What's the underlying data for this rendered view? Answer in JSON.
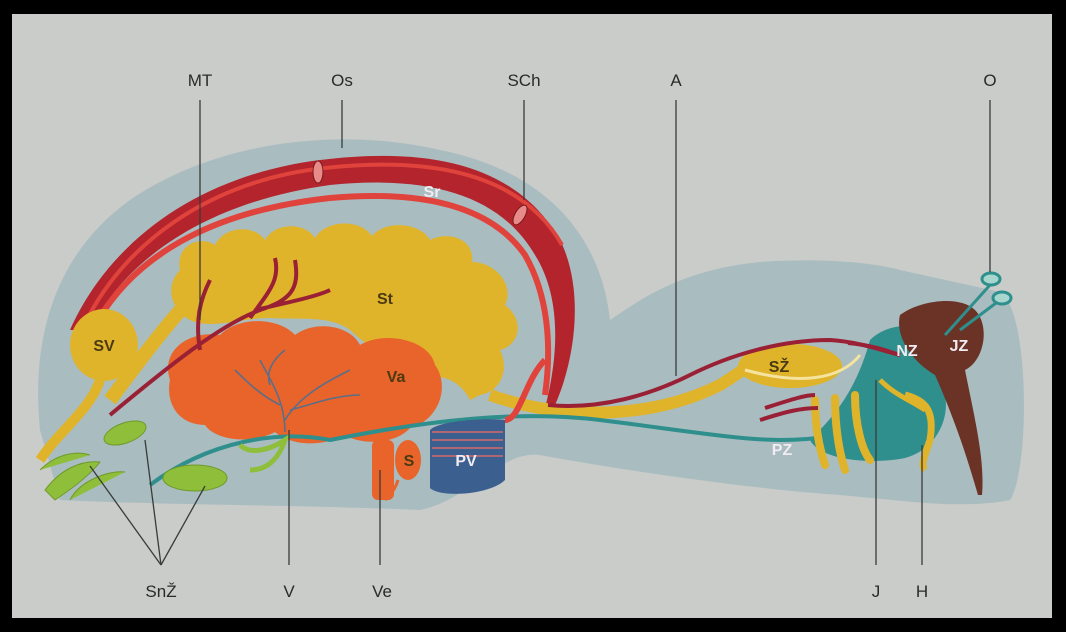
{
  "labels": {
    "top": {
      "mt": "MT",
      "os": "Os",
      "sch": "SCh",
      "a": "A",
      "o": "O"
    },
    "bottom": {
      "snz": "SnŽ",
      "v": "V",
      "ve": "Ve",
      "j": "J",
      "h": "H"
    },
    "internal": {
      "sr": "Sr",
      "st": "St",
      "sv": "SV",
      "va": "Va",
      "s": "S",
      "pv": "PV",
      "sz": "SŽ",
      "nz": "NZ",
      "jz": "JZ",
      "pz": "PZ"
    }
  },
  "colors": {
    "frame": "#000000",
    "paper": "#c9ccc9",
    "body_outline": "#a9bcc0",
    "heart_dark": "#b3242c",
    "heart_light": "#e0433c",
    "fat_yellow": "#e0b42a",
    "gut_orange": "#e8642a",
    "nerve_teal": "#2f8f8c",
    "green_glands": "#8fbf3a",
    "brown_organ": "#6b3226",
    "pv_blue": "#3b5f8f"
  }
}
